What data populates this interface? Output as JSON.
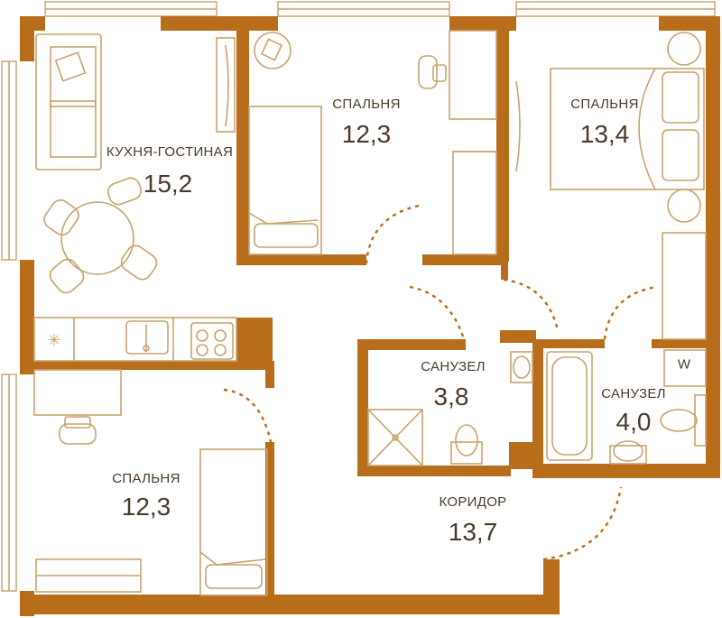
{
  "rooms": {
    "kitchen_living": {
      "name": "КУХНЯ-ГОСТИНАЯ",
      "area": "15,2"
    },
    "bedroom_top_mid": {
      "name": "СПАЛЬНЯ",
      "area": "12,3"
    },
    "bedroom_top_right": {
      "name": "СПАЛЬНЯ",
      "area": "13,4"
    },
    "bathroom_left": {
      "name": "САНУЗЕЛ",
      "area": "3,8"
    },
    "bathroom_right": {
      "name": "САНУЗЕЛ",
      "area": "4,0"
    },
    "bedroom_bottom_left": {
      "name": "СПАЛЬНЯ",
      "area": "12,3"
    },
    "corridor": {
      "name": "КОРИДОР",
      "area": "13,7"
    }
  },
  "fixtures": {
    "washer_label": "W"
  },
  "colors": {
    "wall": "#b86d1a",
    "furniture": "#c8a36e",
    "text": "#4a3a2a"
  }
}
